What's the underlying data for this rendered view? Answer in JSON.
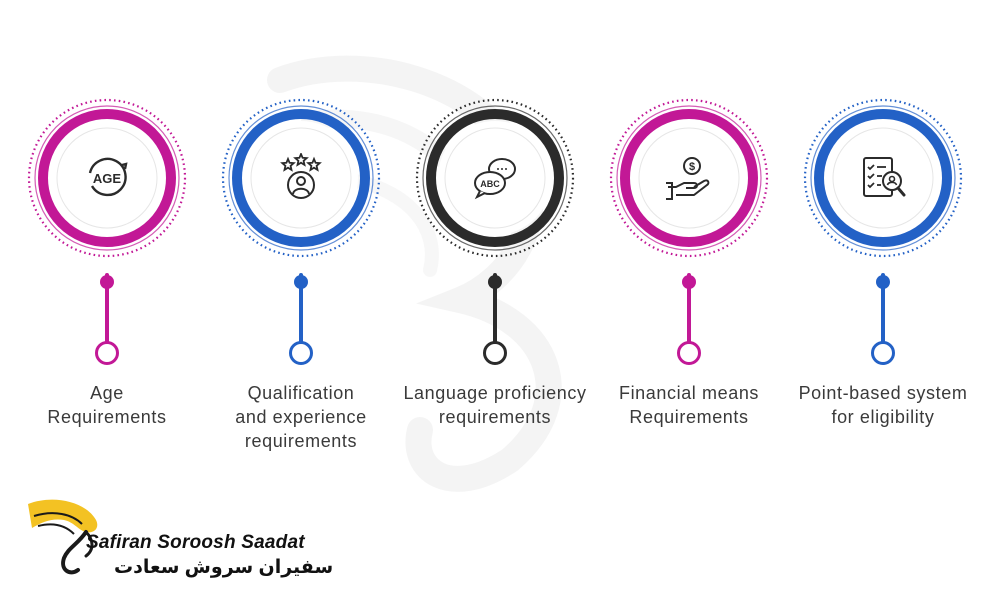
{
  "steps": [
    {
      "icon": "age-icon",
      "icon_text": "AGE",
      "color": "#c21896",
      "lines": [
        "Age",
        "Requirements"
      ]
    },
    {
      "icon": "qualification-stars-icon",
      "icon_text": "",
      "color": "#2361c6",
      "lines": [
        "Qualification",
        "and experience",
        "requirements"
      ]
    },
    {
      "icon": "speech-bubbles-icon",
      "icon_text": "ABC",
      "color": "#2b2b2b",
      "lines": [
        "Language proficiency",
        "requirements"
      ]
    },
    {
      "icon": "hand-coin-icon",
      "icon_text": "$",
      "color": "#c21896",
      "lines": [
        "Financial means",
        "Requirements"
      ]
    },
    {
      "icon": "checklist-search-icon",
      "icon_text": "",
      "color": "#2361c6",
      "lines": [
        "Point-based system",
        "for eligibility"
      ]
    }
  ],
  "logo": {
    "title": "Safiran Soroosh Saadat",
    "subtitle": "سفیران سروش سعادت",
    "colors": {
      "gold": "#f3c223",
      "dark": "#1a1a1a"
    }
  }
}
